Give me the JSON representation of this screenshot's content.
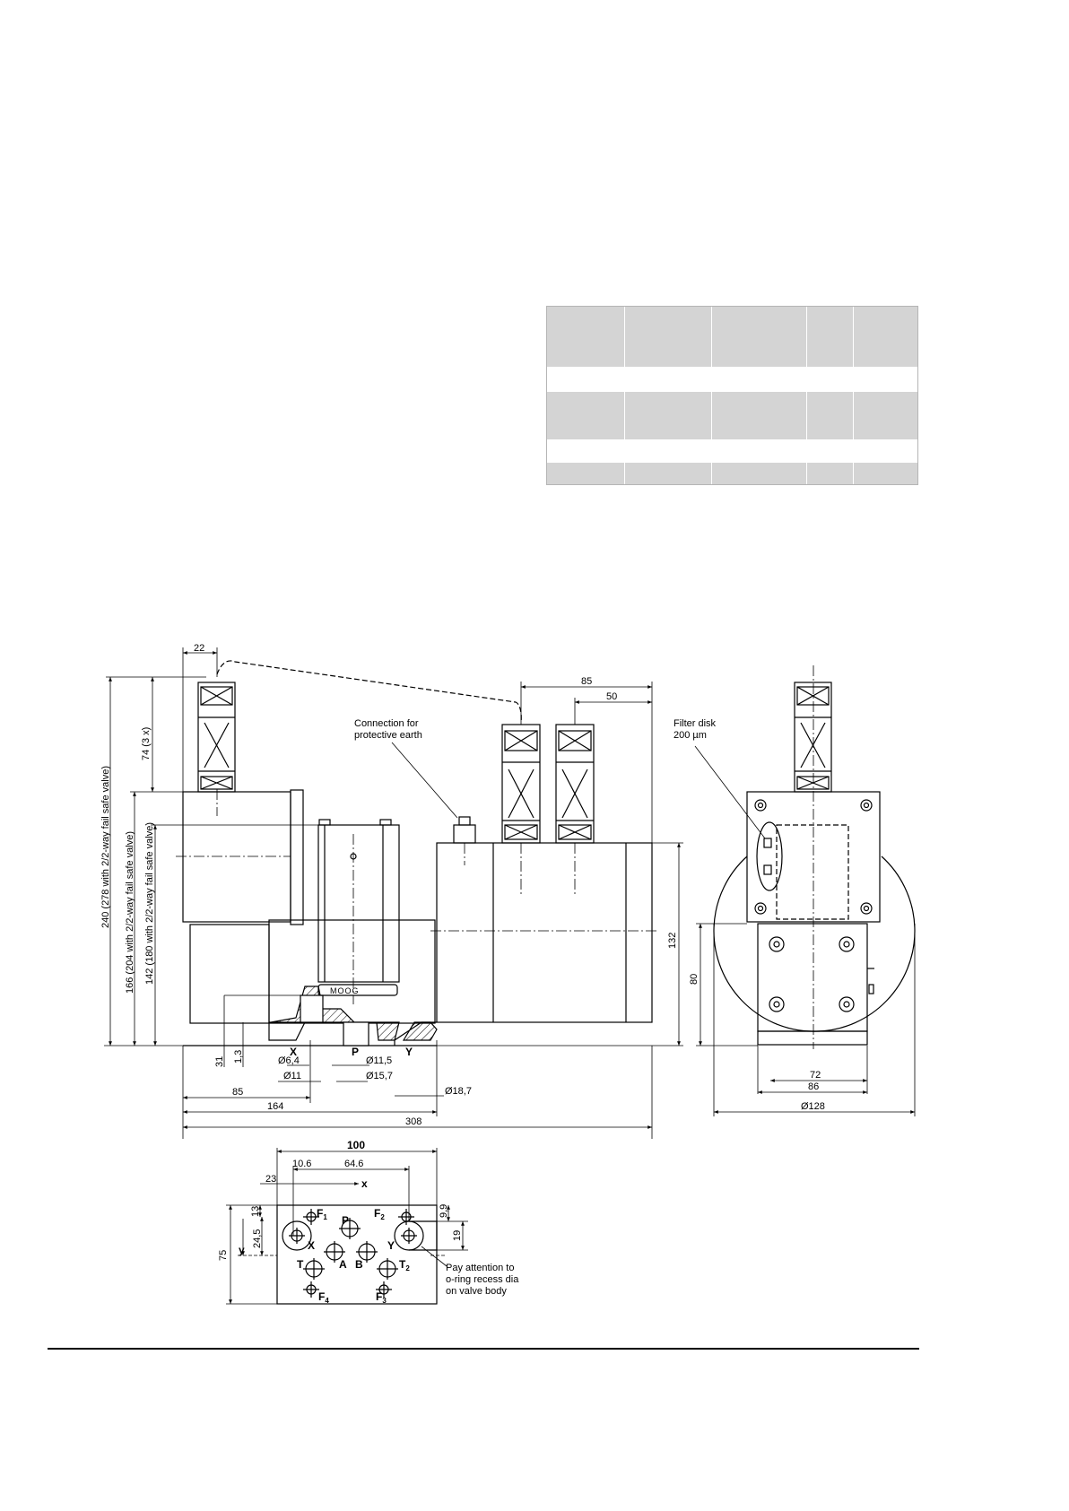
{
  "annotations": {
    "connection_earth": [
      "Connection for",
      "protective earth"
    ],
    "filter_disk": [
      "Filter disk",
      "200 µm"
    ],
    "oring_note": [
      "Pay attention to",
      "o-ring recess dia",
      "on valve body"
    ],
    "brand": "MOOG"
  },
  "dimensions": {
    "d22": "22",
    "d74": "74 (3 x)",
    "d240": "240 (278 with 2/2-way fail safe valve)",
    "d166": "166 (204 with 2/2-way fail safe valve)",
    "d142": "142 (180 with 2/2-way fail safe valve)",
    "d85_top": "85",
    "d50": "50",
    "d132": "132",
    "d31": "31",
    "d1_3": "1,3",
    "d_phi6_4": "Ø6,4",
    "d_phi11": "Ø11",
    "d_phi11_5": "Ø11,5",
    "d_phi15_7": "Ø15,7",
    "d_phi18_7": "Ø18,7",
    "d85_bottom": "85",
    "d164": "164",
    "d308": "308",
    "d80": "80",
    "d72": "72",
    "d86": "86",
    "d_phi128": "Ø128",
    "d100": "100",
    "d10_6": "10.6",
    "d64_6": "64.6",
    "d23": "23",
    "d13": "13",
    "d24_5": "24,5",
    "d75": "75",
    "d9_9": "9,9",
    "d19": "19"
  },
  "ports": {
    "x_side": "X",
    "p_side": "P",
    "y_side": "Y",
    "axis_x": "x",
    "axis_y": "y",
    "F1": "F",
    "F1_sub": "1",
    "F2": "F",
    "F2_sub": "2",
    "F3": "F",
    "F3_sub": "3",
    "F4": "F",
    "F4_sub": "4",
    "P": "P",
    "X": "X",
    "Y": "Y",
    "A": "A",
    "B": "B",
    "T": "T",
    "T2": "T",
    "T2_sub": "2"
  }
}
